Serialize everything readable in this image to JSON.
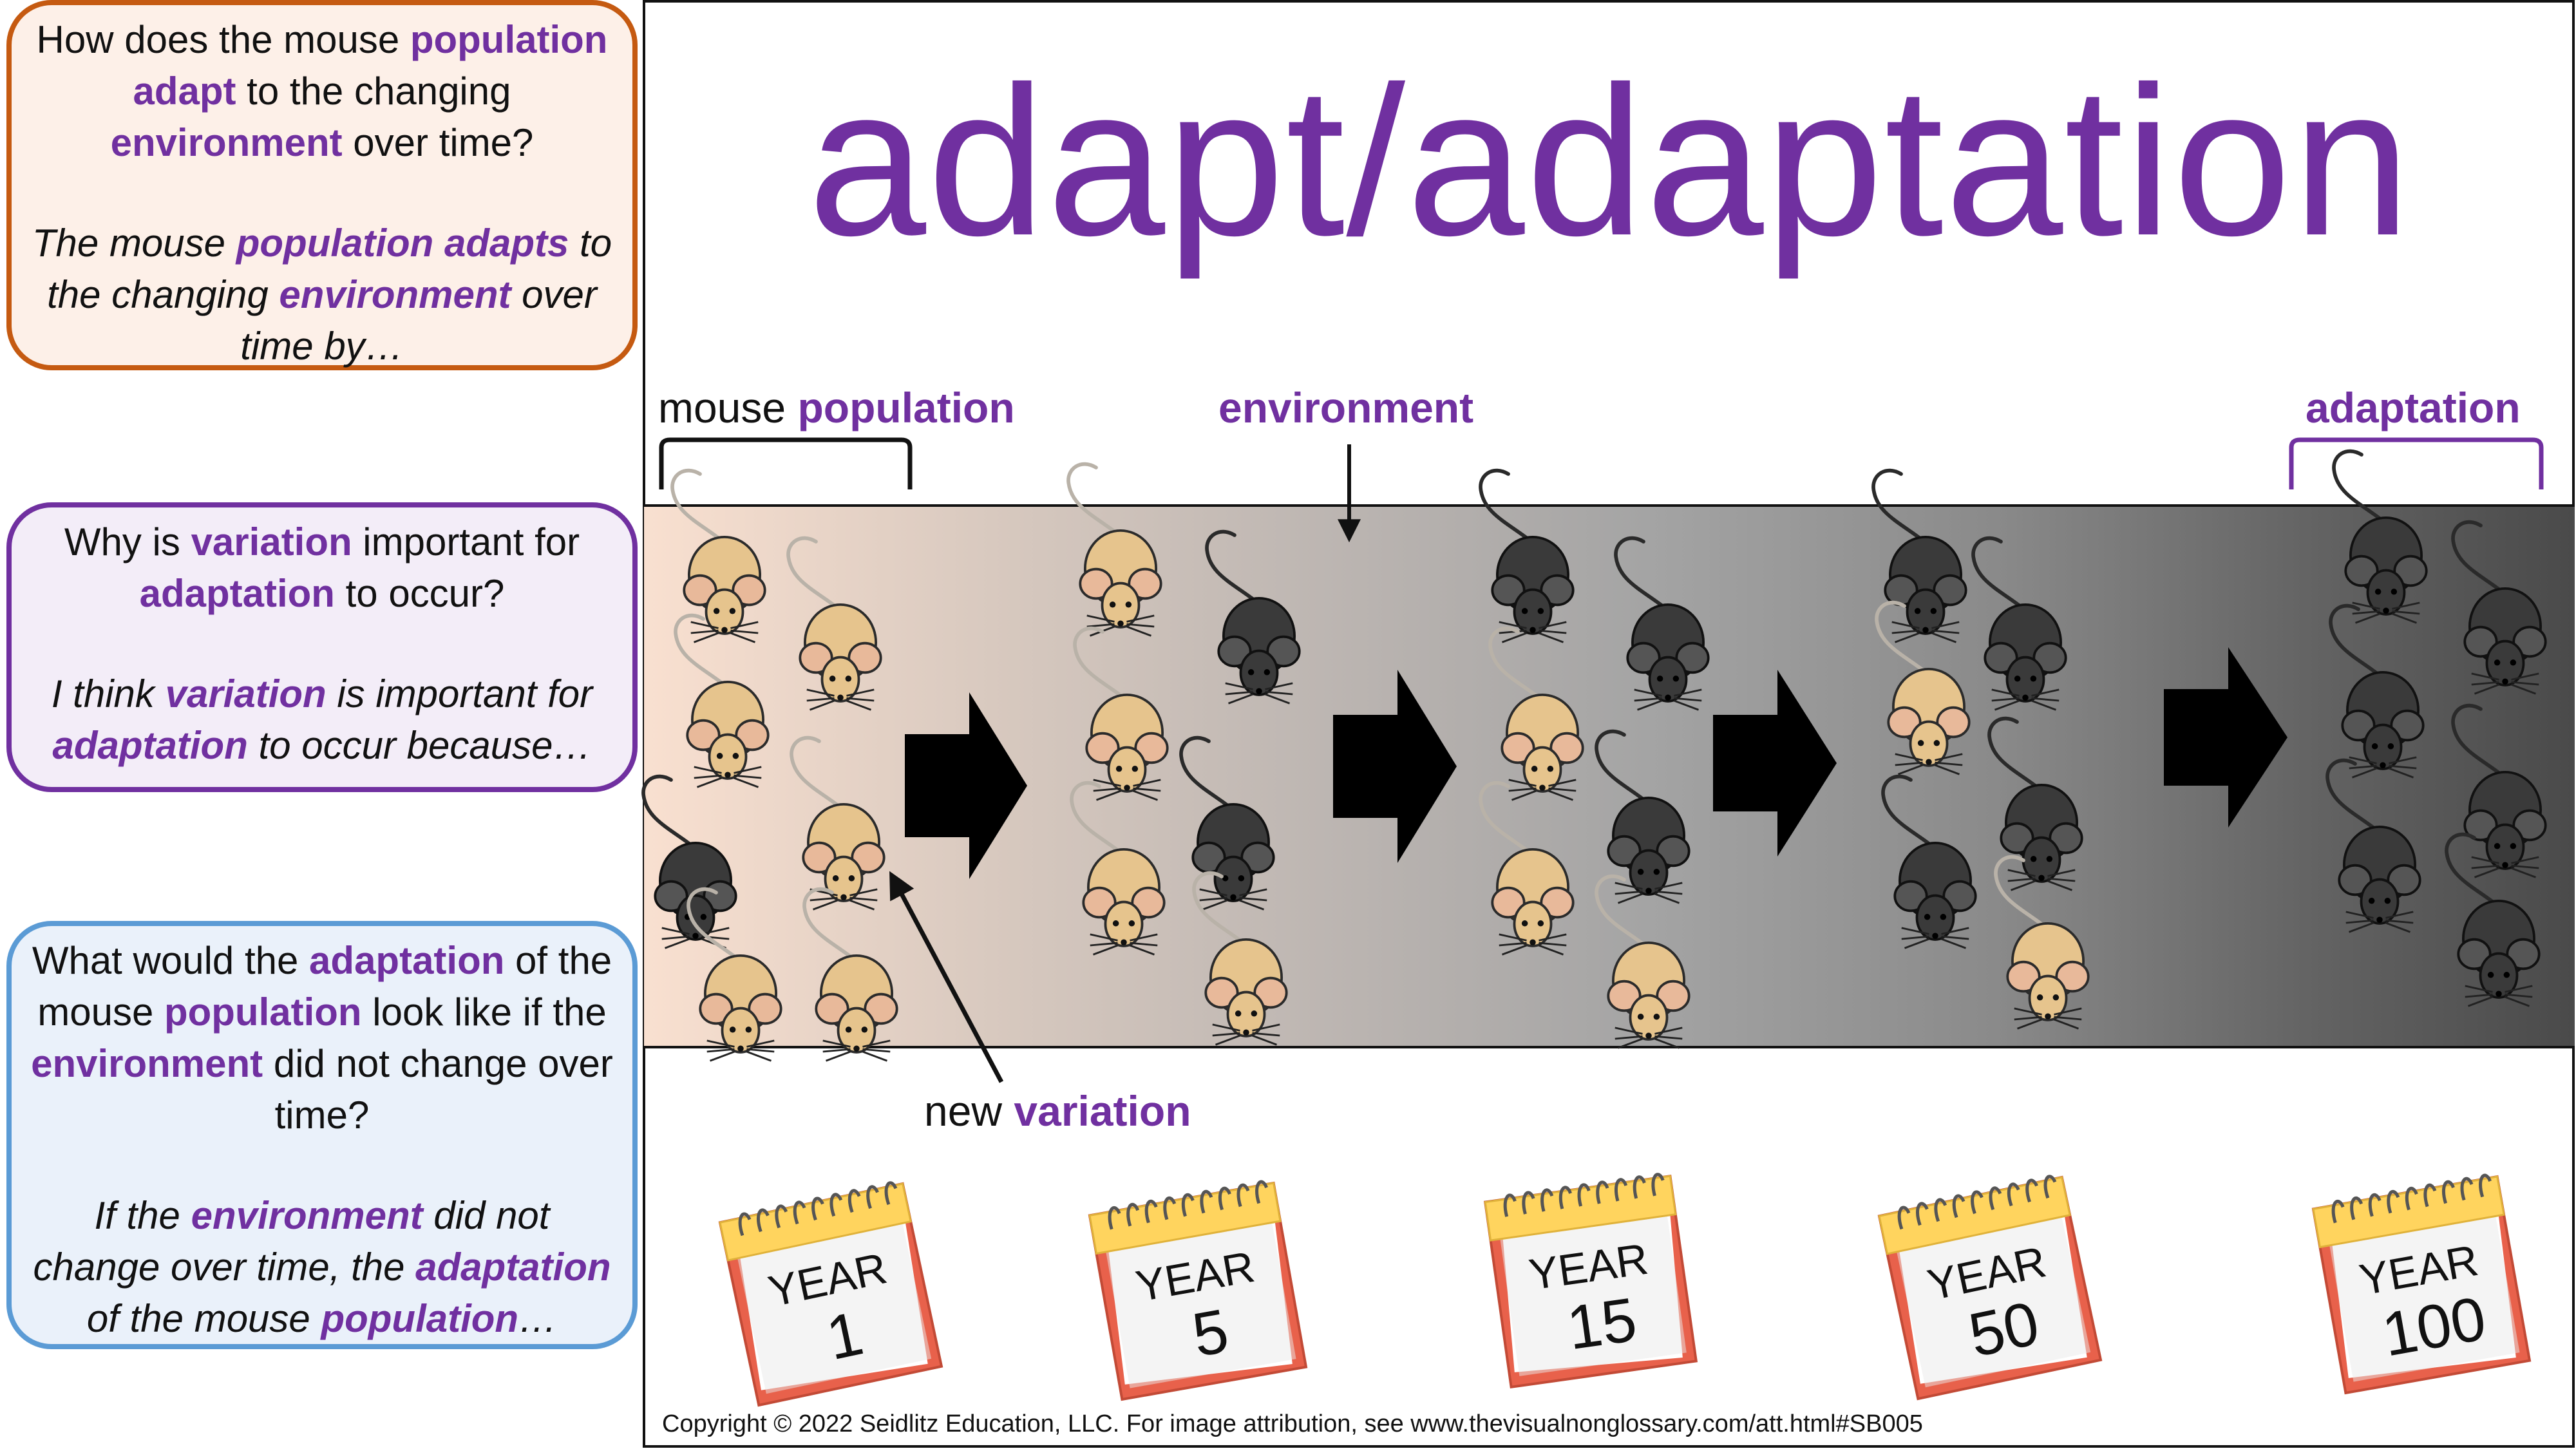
{
  "title": "adapt/adaptation",
  "questions": [
    {
      "question": [
        {
          "t": "How does the mouse ",
          "k": false
        },
        {
          "t": "population",
          "k": true
        },
        {
          "t": " ",
          "k": false
        },
        {
          "t": "adapt",
          "k": true
        },
        {
          "t": " to the changing ",
          "k": false
        },
        {
          "t": "environment",
          "k": true
        },
        {
          "t": " over time?",
          "k": false
        }
      ],
      "answer": [
        {
          "t": "The mouse ",
          "k": false
        },
        {
          "t": "population adapts",
          "k": true
        },
        {
          "t": " to the changing ",
          "k": false
        },
        {
          "t": "environment",
          "k": true
        },
        {
          "t": " over time by…",
          "k": false
        }
      ]
    },
    {
      "question": [
        {
          "t": "Why is ",
          "k": false
        },
        {
          "t": "variation",
          "k": true
        },
        {
          "t": " important for ",
          "k": false
        },
        {
          "t": "adaptation",
          "k": true
        },
        {
          "t": " to occur?",
          "k": false
        }
      ],
      "answer": [
        {
          "t": "I think ",
          "k": false
        },
        {
          "t": "variation",
          "k": true
        },
        {
          "t": " is important for ",
          "k": false
        },
        {
          "t": "adaptation",
          "k": true
        },
        {
          "t": " to occur because…",
          "k": false
        }
      ]
    },
    {
      "question": [
        {
          "t": "What would the ",
          "k": false
        },
        {
          "t": "adaptation",
          "k": true
        },
        {
          "t": " of the mouse ",
          "k": false
        },
        {
          "t": "population",
          "k": true
        },
        {
          "t": " look like if the ",
          "k": false
        },
        {
          "t": "environment",
          "k": true
        },
        {
          "t": " did not change over time?",
          "k": false
        }
      ],
      "answer": [
        {
          "t": "If the ",
          "k": false
        },
        {
          "t": "environment",
          "k": true
        },
        {
          "t": " did not change over time, the ",
          "k": false
        },
        {
          "t": "adaptation",
          "k": true
        },
        {
          "t": " of the mouse ",
          "k": false
        },
        {
          "t": "population",
          "k": true
        },
        {
          "t": "…",
          "k": false
        }
      ]
    }
  ],
  "labels": {
    "mouse_plain": "mouse ",
    "mouse_key": "population",
    "environment": "environment",
    "adaptation": "adaptation",
    "variation_plain": "new ",
    "variation_key": "variation"
  },
  "calendars": [
    {
      "word": "YEAR",
      "number": "1"
    },
    {
      "word": "YEAR",
      "number": "5"
    },
    {
      "word": "YEAR",
      "number": "15"
    },
    {
      "word": "YEAR",
      "number": "50"
    },
    {
      "word": "YEAR",
      "number": "100"
    }
  ],
  "groups": [
    [
      "tan",
      "tan",
      "tan",
      "tan",
      "black",
      "tan",
      "tan"
    ],
    [
      "tan",
      "black",
      "tan",
      "black",
      "tan",
      "tan"
    ],
    [
      "black",
      "black",
      "tan",
      "black",
      "tan",
      "tan"
    ],
    [
      "black",
      "black",
      "tan",
      "black",
      "black",
      "tan"
    ],
    [
      "black",
      "black",
      "black",
      "black",
      "black",
      "black"
    ]
  ],
  "colors": {
    "accent": "#7030a0",
    "tan": "#e6c48d",
    "black": "#3a3a3a"
  },
  "copyright": "Copyright © 2022 Seidlitz Education, LLC.  For image attribution, see www.thevisualnonglossary.com/att.html#SB005"
}
